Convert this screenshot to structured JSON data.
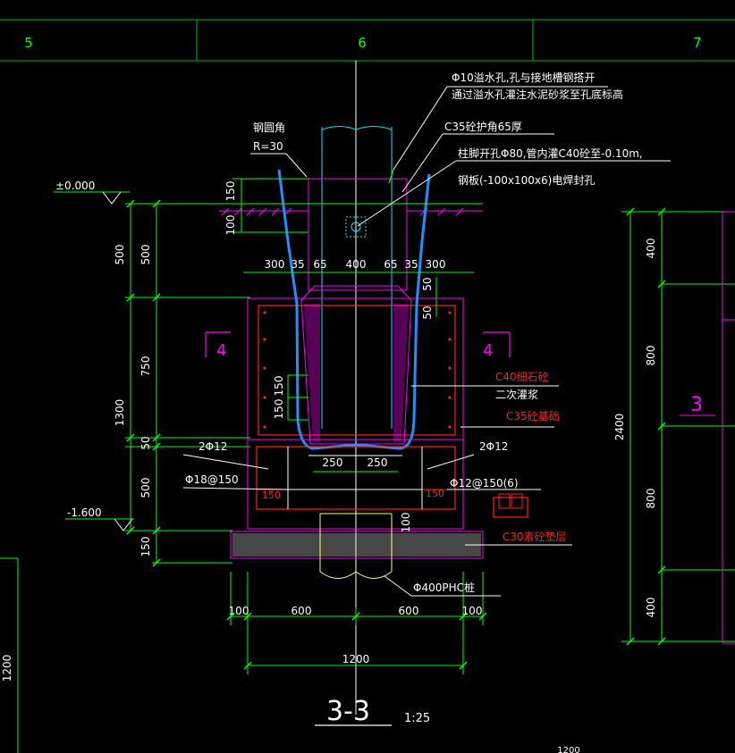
{
  "colors": {
    "background": "#000000",
    "grid_line": "#00c000",
    "dim_green": "#00ff00",
    "text_white": "#ffffff",
    "magenta": "#ff00ff",
    "red": "#ff2020",
    "blue_pipe": "#1e90ff",
    "cyan": "#00e5ff",
    "yellow": "#ffff66",
    "grey": "#cccccc"
  },
  "grid_axes": [
    "5",
    "6",
    "7"
  ],
  "dims": {
    "top_150": "150",
    "top_100": "100",
    "d_500a": "500",
    "d_500b": "500",
    "d_750": "750",
    "d_1300": "1300",
    "d_50a": "50",
    "d_500c": "500",
    "d_150_bottom": "150",
    "d_150a": "150",
    "d_150b": "150",
    "d_50_right": "50",
    "d_50_right2": "50",
    "d_100_mid": "100",
    "d_250a": "250",
    "d_250b": "250",
    "top_row": [
      "300",
      "35",
      "65",
      "400",
      "65",
      "35",
      "300"
    ],
    "bottom_row": [
      "100",
      "600",
      "600",
      "100"
    ],
    "total_1200": "1200",
    "right_400a": "400",
    "right_800a": "800",
    "right_2400": "2400",
    "right_800b": "800",
    "right_400b": "400",
    "left_1200": "1200",
    "bottom_edge_1200": "1200"
  },
  "elevations": {
    "top": "±0.000",
    "bottom": "-1.600"
  },
  "annotations": {
    "drain_hole_1": "Φ10溢水孔,孔与接地槽钢搭开",
    "drain_hole_2": "通过溢水孔灌注水泥砂浆至孔底标高",
    "c35_protect": "C35砼护角65厚",
    "col_hole": "柱脚开孔Φ80,管内灌C40砼至-0.10m,",
    "steel_plate": "钢板(-100x100x6)电焊封孔",
    "chamfer": "钢圆角",
    "radius": "R=30",
    "c40_grout": "C40细石砼",
    "secondary_grout": "二次灌浆",
    "c35_foundation": "C35砼基础",
    "rebar_2phi12_left": "2Φ12",
    "rebar_2phi12_right": "2Φ12",
    "rebar_phi18": "Φ18@150",
    "rebar_phi12": "Φ12@150(6)",
    "label_150_left": "150",
    "label_150_right": "150",
    "c30_cushion": "C30素砼垫层",
    "phc_pile": "Φ400PHC桩",
    "section_mark_left": "4",
    "section_mark_right": "4",
    "right_mark": "3"
  },
  "title": {
    "section": "3-3",
    "scale": "1:25"
  }
}
